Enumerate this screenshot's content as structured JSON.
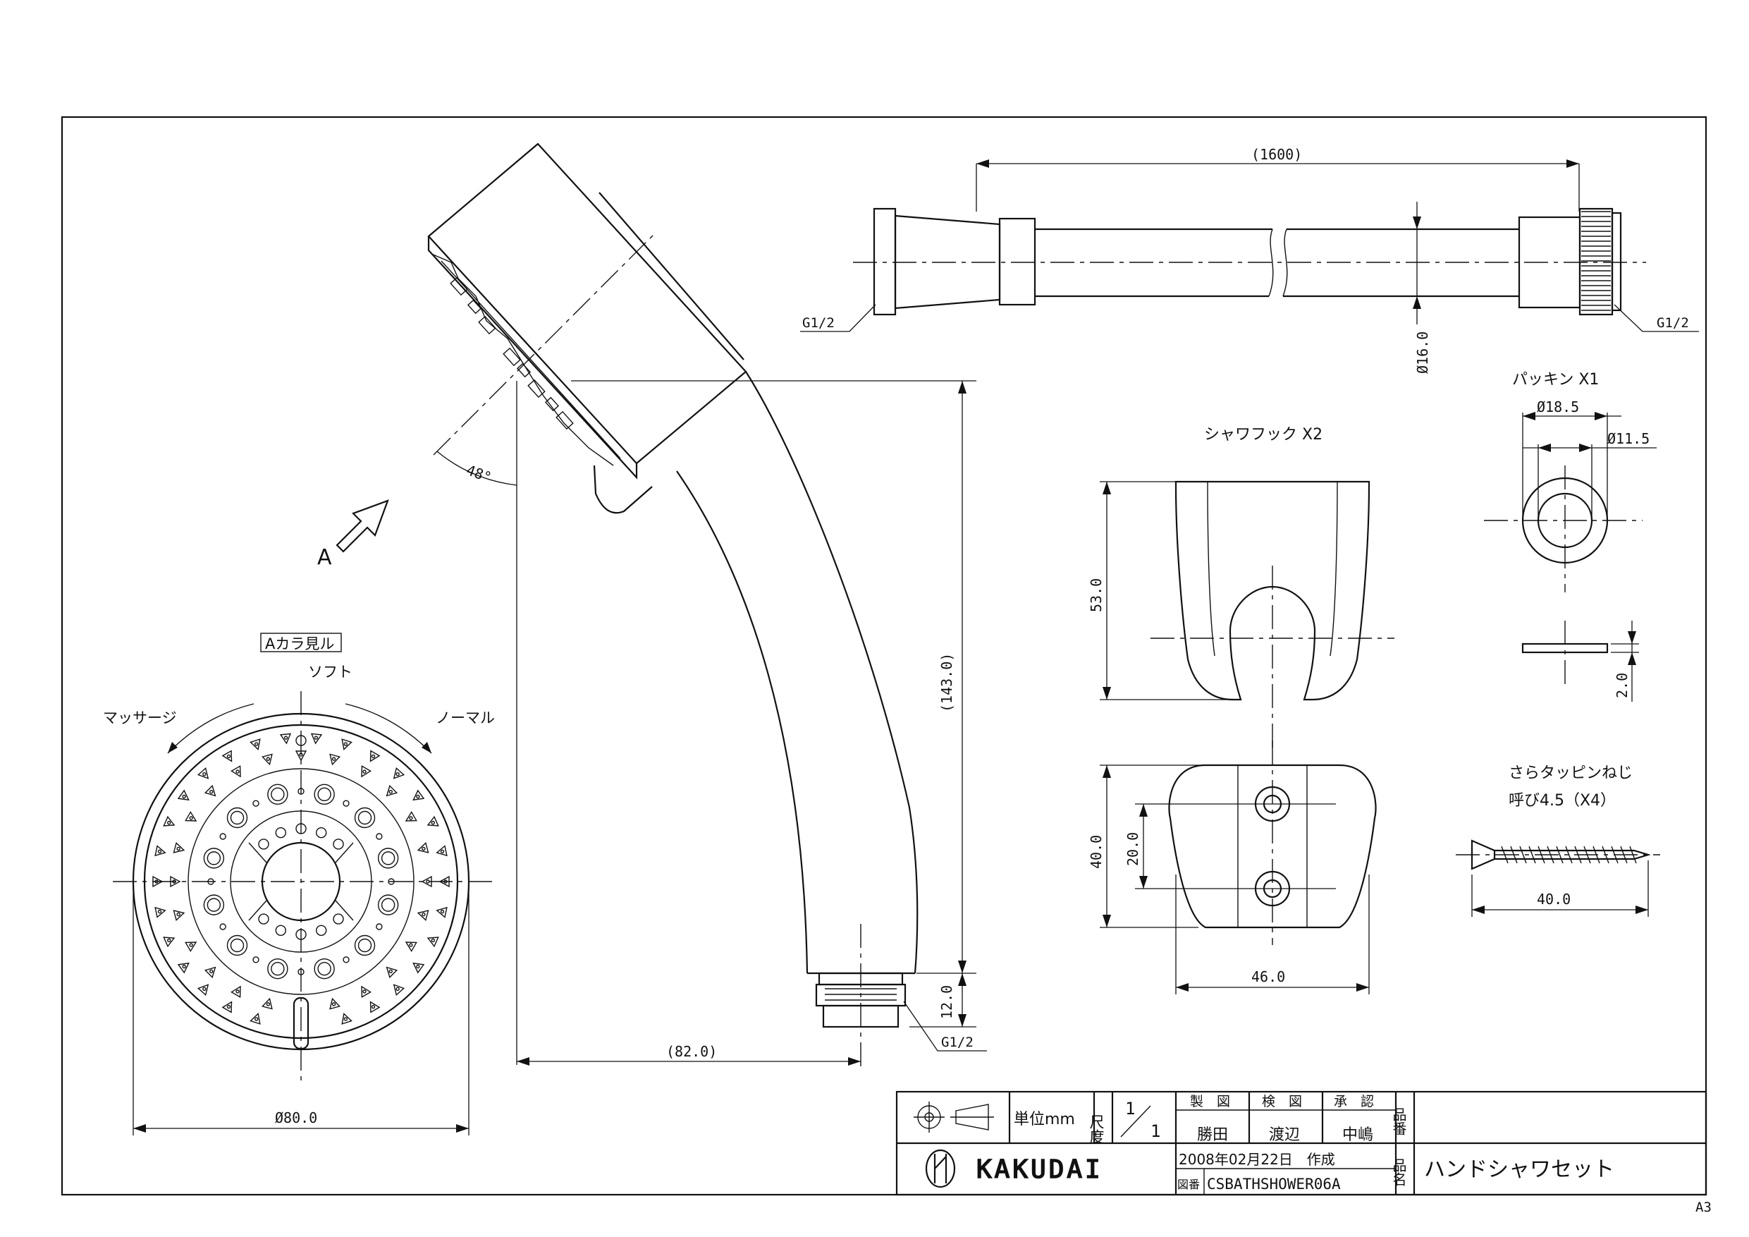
{
  "labels": {
    "view_a": "A",
    "view_a_title": "Aカラ見ル",
    "mode_soft": "ソフト",
    "mode_massage": "マッサージ",
    "mode_normal": "ノーマル",
    "hook_title": "シャワフック X2",
    "gasket_title": "パッキン X1",
    "screw_title": "さらタッピンねじ",
    "screw_spec": "呼び4.5（X4）",
    "thread_head": "G1/2",
    "thread_hose_left": "G1/2",
    "thread_hose_right": "G1/2",
    "sheet_size": "A3"
  },
  "dimensions": {
    "hose_length": "(1600)",
    "hose_diameter": "Ø16.0",
    "head_angle": "48°",
    "head_height": "(143.0)",
    "head_reach": "(82.0)",
    "thread_length": "12.0",
    "face_diameter": "Ø80.0",
    "hook_height": "53.0",
    "hook_base_height": "40.0",
    "hook_hole_pitch": "20.0",
    "hook_width": "46.0",
    "gasket_outer": "Ø18.5",
    "gasket_inner": "Ø11.5",
    "gasket_thickness": "2.0",
    "screw_length": "40.0"
  },
  "title_block": {
    "unit_label": "単位mm",
    "scale_label": "尺度",
    "scale_num": "1",
    "scale_den": "1",
    "drawn_label": "製　図",
    "checked_label": "検　図",
    "approved_label": "承　認",
    "drawn_by": "勝田",
    "checked_by": "渡辺",
    "approved_by": "中嶋",
    "date_line": "2008年02月22日　作成",
    "drawing_no_label": "図番",
    "drawing_no": "CSBATHSHOWER06A",
    "part_label": "品番",
    "name_label": "品名",
    "product_name": "ハンドシャワセット",
    "brand": "KAKUDAI"
  }
}
